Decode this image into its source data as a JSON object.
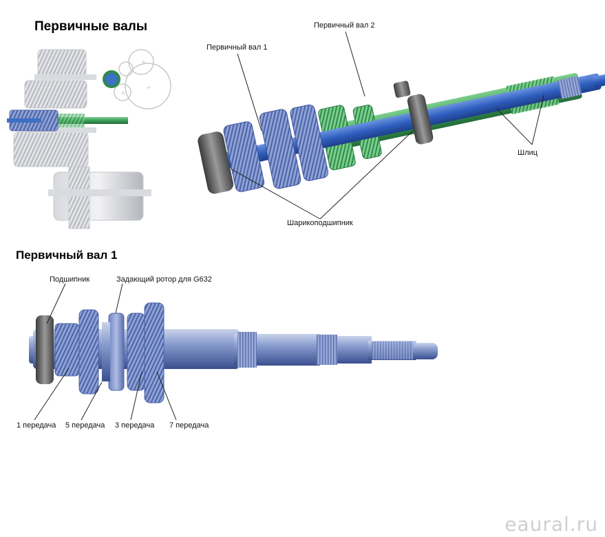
{
  "titles": {
    "main": "Первичные валы",
    "shaft1": "Первичный вал 1"
  },
  "top_diagram_labels": {
    "shaft1": "Первичный вал 1",
    "shaft2": "Первичный вал 2",
    "splines": "Шлиц",
    "ball_bearing": "Шарикоподшипник"
  },
  "bottom_diagram_labels": {
    "bearing": "Подшипник",
    "rotor": "Задающий ротор для G632",
    "gear1": "1 передача",
    "gear5": "5 передача",
    "gear3": "3 передача",
    "gear7": "7 передача"
  },
  "watermark": "eaural.ru",
  "colors": {
    "shaft_blue": "#3d6fc2",
    "gear_blue": "#8fa6d6",
    "shaft_green": "#3aa05a",
    "gear_grey": "#b9bcc2"
  }
}
